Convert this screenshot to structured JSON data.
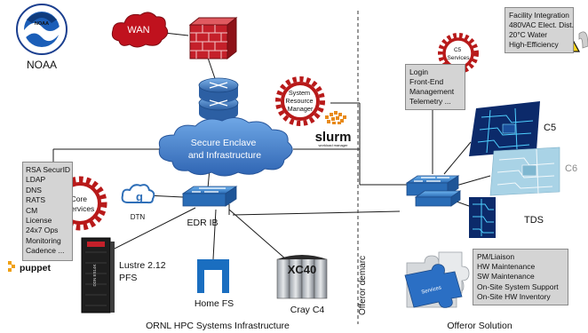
{
  "labels": {
    "noaa": "NOAA",
    "noaa_logo": "NOAA",
    "wan": "WAN",
    "srm": [
      "System",
      "Resource",
      "Manager"
    ],
    "slurm": "slurm",
    "slurm_sub": "workload manager",
    "enclave": [
      "Secure Enclave",
      "and Infrastructure"
    ],
    "core": [
      "Core",
      "Services"
    ],
    "dtn": "DTN",
    "edr": "EDR IB",
    "lustre": [
      "Lustre 2.12",
      "PFS"
    ],
    "homefs": "Home FS",
    "cray": "Cray C4",
    "cray_logo": "XC40",
    "puppet": "puppet",
    "demarc": "Offeror demarc",
    "c5_services": [
      "C5",
      "Services"
    ],
    "c5": "C5",
    "c6": "C6",
    "tds": "TDS",
    "services_piece": "Services",
    "left_caption": "ORNL HPC Systems Infrastructure",
    "right_caption": "Offeror Solution"
  },
  "facility": [
    "Facility Integration",
    "480VAC Elect. Dist.",
    "20°C Water",
    "High-Efficiency"
  ],
  "login_box": [
    "Login",
    "Front-End",
    "Management",
    "Telemetry ..."
  ],
  "core_list": [
    "RSA SecurID",
    "LDAP",
    "DNS",
    "RATS",
    "CM",
    "License",
    "24x7 Ops",
    "Monitoring",
    "Cadence ..."
  ],
  "support_list": [
    "PM/Liaison",
    "HW Maintenance",
    "SW Maintenance",
    "On-Site System Support",
    "On-Site HW Inventory"
  ],
  "colors": {
    "wan_red": "#c0121e",
    "gear_red": "#b81a1a",
    "network_blue": "#2f6fb8",
    "box_gray": "#d4d4d4",
    "slurm_orange": "#e88a1a"
  }
}
